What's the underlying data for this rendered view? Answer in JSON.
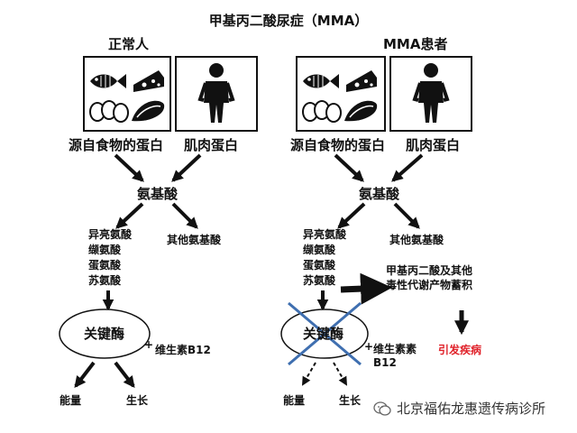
{
  "title": "甲基丙二酸尿症（MMA）",
  "left": {
    "heading": "正常人",
    "food_protein": "源自食物的蛋白",
    "muscle_protein": "肌肉蛋白",
    "amino_acids": "氨基酸",
    "other_amino_acids": "其他氨基酸",
    "specific_amino_acids": [
      "异亮氨酸",
      "缬氨酸",
      "蛋氨酸",
      "苏氨酸"
    ],
    "enzyme": "关键酶",
    "cofactor": "维生素B12",
    "plus": "+",
    "outputs": [
      "能量",
      "生长"
    ]
  },
  "right": {
    "heading": "MMA患者",
    "food_protein": "源自食物的蛋白",
    "muscle_protein": "肌肉蛋白",
    "amino_acids": "氨基酸",
    "other_amino_acids": "其他氨基酸",
    "specific_amino_acids": [
      "异亮氨酸",
      "缬氨酸",
      "蛋氨酸",
      "苏氨酸"
    ],
    "enzyme": "关键酶",
    "cofactor_line1": "维生素素",
    "cofactor_line2": "B12",
    "plus": "+",
    "outputs": [
      "能量",
      "生长"
    ],
    "toxic_line1": "甲基丙二酸及其他",
    "toxic_line2": "毒性代谢产物蓄积",
    "disease": "引发疾病"
  },
  "watermark": "北京福佑龙惠遗传病诊所",
  "colors": {
    "red": "#e0222a",
    "cross_blue": "#3f6fb0",
    "black": "#111111"
  }
}
